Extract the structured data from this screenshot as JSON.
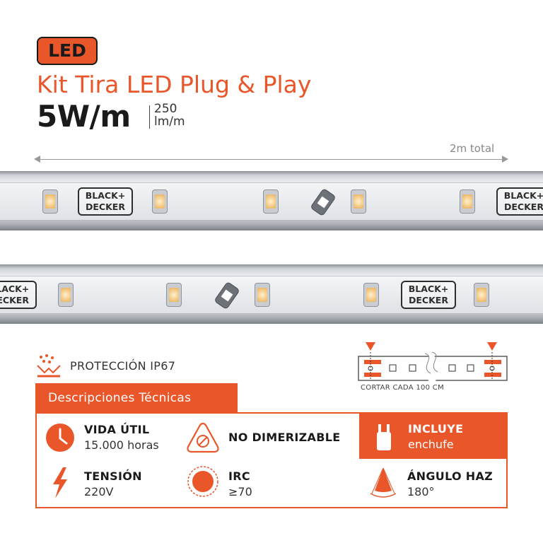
{
  "badge": "LED",
  "title": "Kit Tira LED Plug & Play",
  "power": "5W/m",
  "lumen": {
    "value": "250",
    "unit": "lm/m"
  },
  "length_label": "2m total",
  "strip_logo": {
    "line1": "BLACK+",
    "line2": "DECKER"
  },
  "protection": {
    "label": "PROTECCIÓN IP67",
    "icon": "water-drops-icon"
  },
  "cut": {
    "label": "CORTAR CADA 100 CM",
    "icon": "scissors-icon"
  },
  "specs": {
    "header": "Descripciones Técnicas",
    "items": [
      {
        "title": "VIDA ÚTIL",
        "value": "15.000 horas",
        "icon": "clock-icon"
      },
      {
        "title": "NO DIMERIZABLE",
        "value": "",
        "icon": "no-dimmer-icon"
      },
      {
        "title": "INCLUYE",
        "value": "enchufe",
        "icon": "plug-icon"
      },
      {
        "title": "TENSIÓN",
        "value": "220V",
        "icon": "lightning-icon"
      },
      {
        "title": "IRC",
        "value": "≥70",
        "icon": "color-circle-icon"
      },
      {
        "title": "ÁNGULO HAZ",
        "value": "180°",
        "icon": "beam-angle-icon"
      }
    ]
  },
  "colors": {
    "accent": "#e8562a",
    "text": "#1a1a1a",
    "strip": "#e4e6e9"
  }
}
